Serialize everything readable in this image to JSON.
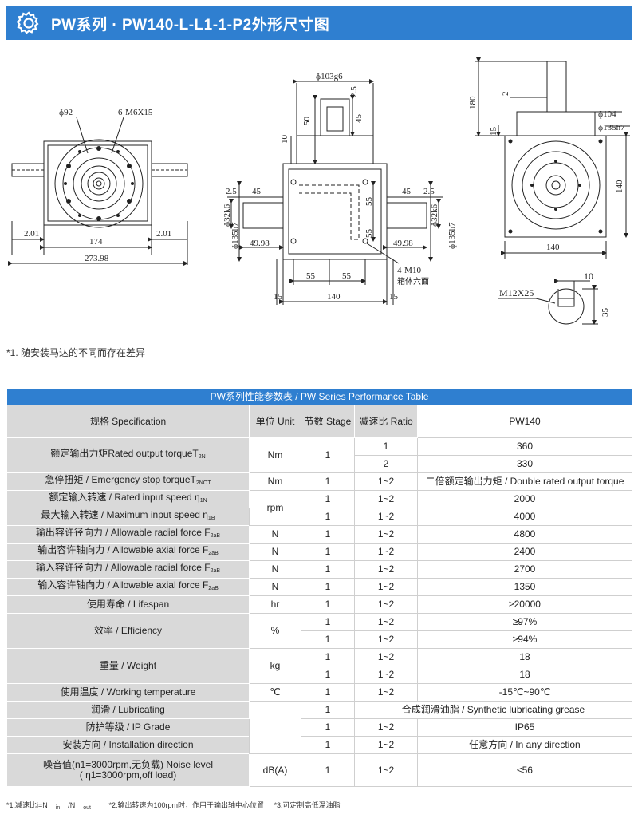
{
  "header": {
    "title": "PW系列 · PW140-L-L1-1-P2外形尺寸图",
    "icon": "gear-icon",
    "color": "#2f7fd0"
  },
  "drawing": {
    "front": {
      "d1": "ɸ92",
      "d2": "6-M6X15",
      "w_left": "2.01",
      "w_mid": "174",
      "w_right": "2.01",
      "total": "273.98"
    },
    "side": {
      "top_dia": "ɸ103g6",
      "d25": "2.5",
      "d50": "50",
      "d45": "45",
      "d10": "10",
      "l25": "2.5",
      "l45": "45",
      "r45": "45",
      "r25": "2.5",
      "l135": "ɸ135h7",
      "l32": "ɸ32k6",
      "l4998": "49.98",
      "r135": "ɸ135h7",
      "r32": "ɸ32k6",
      "r4998": "49.98",
      "v55a": "55",
      "v55b": "55",
      "b55a": "55",
      "b55b": "55",
      "bl15": "15",
      "b140": "140",
      "br15": "15",
      "bolt": "4-M10",
      "bolt2": "箱体六面"
    },
    "right": {
      "d180": "180",
      "d15": "15",
      "d2": "2",
      "d104": "ɸ104",
      "d135": "ɸ135h7",
      "d140v": "140",
      "d140h": "140",
      "key": "M12X25",
      "k10": "10",
      "k35": "35"
    }
  },
  "note1": "*1. 随安装马达的不同而存在差异",
  "table": {
    "caption": "PW系列性能参数表 / PW Series Performance Table",
    "headers": {
      "spec": "规格 Specification",
      "unit": "单位 Unit",
      "stage": "节数 Stage",
      "ratio": "减速比 Ratio",
      "model": "PW140"
    },
    "rows": {
      "r1": {
        "label": "额定输出力矩Rated output torqueT",
        "sub": "2N",
        "unit": "Nm",
        "stage": "1",
        "ratio1": "1",
        "val1": "360",
        "ratio2": "2",
        "val2": "330"
      },
      "r2": {
        "label": "急停扭矩 / Emergency stop torqueT",
        "sub": "2NOT",
        "unit": "Nm",
        "stage": "1",
        "ratio": "1~2",
        "val": "二倍额定输出力矩 / Double rated output torque"
      },
      "r3": {
        "label": "额定输入转速 / Rated input speed  η",
        "sub": "1N",
        "unit": "rpm",
        "stage": "1",
        "ratio": "1~2",
        "val": "2000"
      },
      "r4": {
        "label": "最大输入转速 / Maximum input speed  η",
        "sub": "1B",
        "stage": "1",
        "ratio": "1~2",
        "val": "4000"
      },
      "r5": {
        "label": "输出容许径向力 / Allowable radial force F",
        "sub": "2aB",
        "unit": "N",
        "stage": "1",
        "ratio": "1~2",
        "val": "4800"
      },
      "r6": {
        "label": "输出容许轴向力 / Allowable axial force F",
        "sub": "2aB",
        "unit": "N",
        "stage": "1",
        "ratio": "1~2",
        "val": "2400"
      },
      "r7": {
        "label": "输入容许径向力 / Allowable radial force F",
        "sub": "2aB",
        "unit": "N",
        "stage": "1",
        "ratio": "1~2",
        "val": "2700"
      },
      "r8": {
        "label": "输入容许轴向力 / Allowable axial force F",
        "sub": "2aB",
        "unit": "N",
        "stage": "1",
        "ratio": "1~2",
        "val": "1350"
      },
      "r9": {
        "label": "使用寿命 / Lifespan",
        "unit": "hr",
        "stage": "1",
        "ratio": "1~2",
        "val": "≥20000"
      },
      "r10": {
        "label": "效率 / Efficiency",
        "unit": "%",
        "stage1": "1",
        "ratio1": "1~2",
        "val1": "≥97%",
        "stage2": "1",
        "ratio2": "1~2",
        "val2": "≥94%"
      },
      "r11": {
        "label": "重量 / Weight",
        "unit": "kg",
        "stage1": "1",
        "ratio1": "1~2",
        "val1": "18",
        "stage2": "1",
        "ratio2": "1~2",
        "val2": "18"
      },
      "r12": {
        "label": "使用温度 / Working temperature",
        "unit": "℃",
        "stage": "1",
        "ratio": "1~2",
        "val": "-15℃~90℃"
      },
      "r13": {
        "label": "润滑 / Lubricating",
        "stage": "1",
        "val": "合成润滑油脂 / Synthetic lubricating grease"
      },
      "r14": {
        "label": "防护等级 / IP Grade",
        "stage": "1",
        "ratio": "1~2",
        "val": "IP65"
      },
      "r15": {
        "label": "安装方向 / Installation direction",
        "stage": "1",
        "ratio": "1~2",
        "val": "任意方向 / In any direction"
      },
      "r16": {
        "label1": "噪音值(n1=3000rpm,无负载) Noise level",
        "label2": "( η1=3000rpm,off load)",
        "unit": "dB(A)",
        "stage": "1",
        "ratio": "1~2",
        "val": "≤56"
      }
    }
  },
  "footnotes": {
    "f1a": "*1.减速比i=N",
    "f1b": "in",
    "f1c": "/N",
    "f1d": "out",
    "f2": "*2.输出转速为100rpm时，作用于输出轴中心位置",
    "f3": "*3.可定制高低温油脂"
  }
}
